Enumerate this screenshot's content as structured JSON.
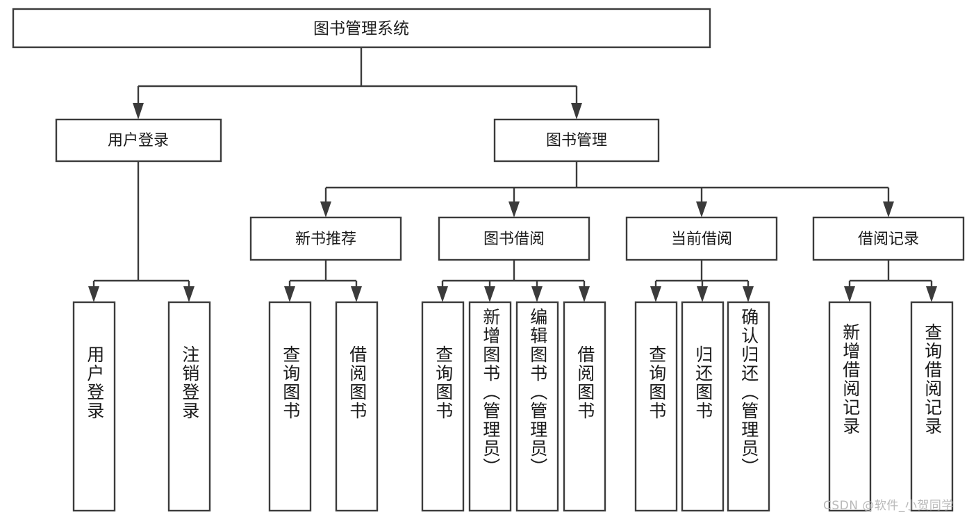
{
  "diagram": {
    "kind": "tree-hierarchy",
    "title": "图书管理系统",
    "watermark": "CSDN @软件_小贺同学",
    "colors": {
      "stroke": "#3b3b3b",
      "fill": "#ffffff",
      "text": "#1a1a1a",
      "background": "#ffffff",
      "watermark": "#b9b9b9"
    },
    "root": {
      "label": "图书管理系统"
    },
    "level2": [
      {
        "label": "用户登录"
      },
      {
        "label": "图书管理"
      }
    ],
    "level3": [
      {
        "label": "新书推荐"
      },
      {
        "label": "图书借阅"
      },
      {
        "label": "当前借阅"
      },
      {
        "label": "借阅记录"
      }
    ],
    "leaves": {
      "user_login": [
        {
          "label": "用户登录"
        },
        {
          "label": "注销登录"
        }
      ],
      "new_book_recommend": [
        {
          "label": "查询图书"
        },
        {
          "label": "借阅图书"
        }
      ],
      "book_borrow": [
        {
          "label": "查询图书"
        },
        {
          "label": "新增图书（管理员）"
        },
        {
          "label": "编辑图书（管理员）"
        },
        {
          "label": "借阅图书"
        }
      ],
      "current_borrow": [
        {
          "label": "查询图书"
        },
        {
          "label": "归还图书"
        },
        {
          "label": "确认归还（管理员）"
        }
      ],
      "borrow_record": [
        {
          "label": "新增借阅记录"
        },
        {
          "label": "查询借阅记录"
        }
      ]
    }
  }
}
